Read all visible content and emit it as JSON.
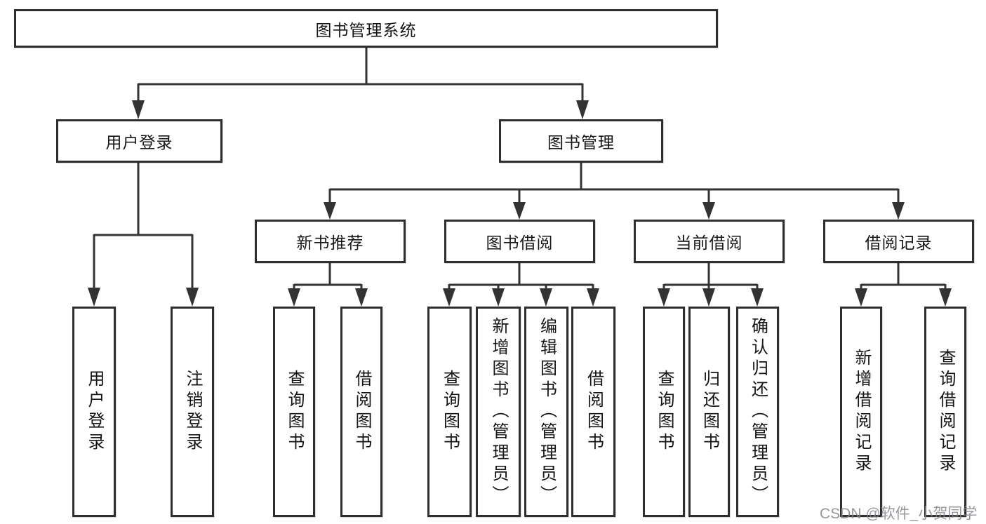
{
  "diagram": {
    "root": {
      "label": "图书管理系统"
    },
    "level2": [
      {
        "label": "用户登录"
      },
      {
        "label": "图书管理"
      }
    ],
    "level3": [
      {
        "label": "新书推荐"
      },
      {
        "label": "图书借阅"
      },
      {
        "label": "当前借阅"
      },
      {
        "label": "借阅记录"
      }
    ],
    "leaves": {
      "user_login": [
        "用户登录",
        "注销登录"
      ],
      "new_books": [
        "查询图书",
        "借阅图书"
      ],
      "book_borrow": [
        "查询图书",
        "新增图书（管理员）",
        "编辑图书（管理员）",
        "借阅图书"
      ],
      "current_borrow": [
        "查询图书",
        "归还图书",
        "确认归还（管理员）"
      ],
      "borrow_records": [
        "新增借阅记录",
        "查询借阅记录"
      ]
    }
  },
  "watermark": "CSDN @软件_小贺同学",
  "colors": {
    "line": "#333333",
    "border": "#2e2e2e",
    "text": "#151515",
    "watermark": "#82868b",
    "background": "#ffffff"
  }
}
